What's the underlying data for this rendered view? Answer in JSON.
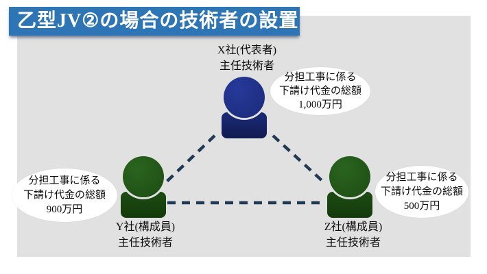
{
  "slide": {
    "title": "乙型JV②の場合の技術者の設置"
  },
  "colors": {
    "title_bg": "#2e75b6",
    "title_text": "#ffffff",
    "canvas_bg": "#e1e1e1",
    "page_bg": "#ffffff",
    "navy_icon_head": "#1e2f86",
    "navy_icon_body": "#142060",
    "green_icon_head": "#215318",
    "green_icon_body": "#15400d",
    "dash_line": "#203a54"
  },
  "nodes": {
    "x": {
      "company": "X社(代表者)",
      "role": "主任技術者"
    },
    "y": {
      "company": "Y社(構成員)",
      "role": "主任技術者"
    },
    "z": {
      "company": "Z社(構成員)",
      "role": "主任技術者"
    }
  },
  "bubbles": {
    "x": {
      "line1": "分担工事に係る",
      "line2": "下請け代金の総額",
      "line3": "1,000万円"
    },
    "y": {
      "line1": "分担工事に係る",
      "line2": "下請け代金の総額",
      "line3": "900万円"
    },
    "z": {
      "line1": "分担工事に係る",
      "line2": "下請け代金の総額",
      "line3": "500万円"
    }
  }
}
